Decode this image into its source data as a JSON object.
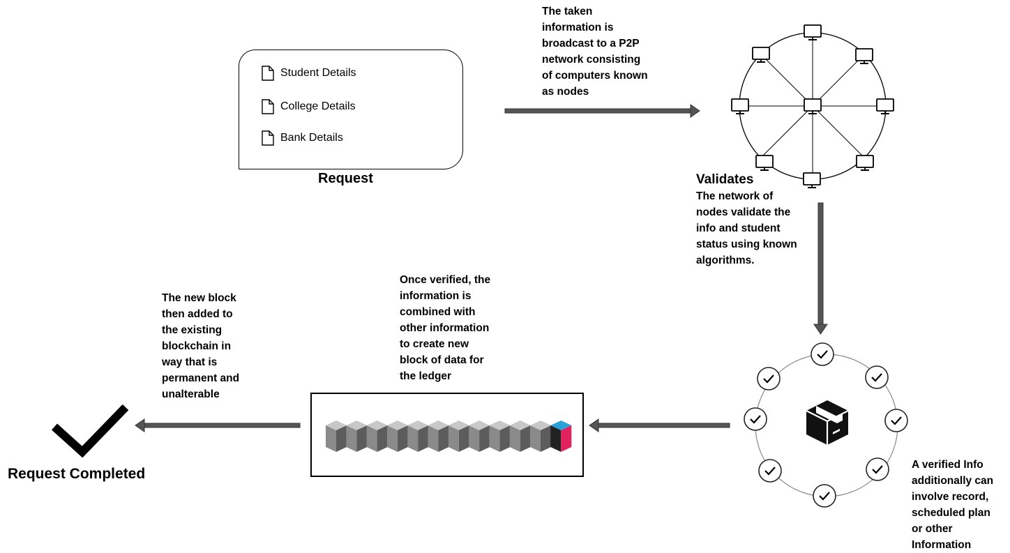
{
  "request": {
    "title": "Request",
    "items": [
      {
        "label": "Student Details",
        "icon": "document-icon"
      },
      {
        "label": "College Details",
        "icon": "document-icon"
      },
      {
        "label": "Bank Details",
        "icon": "document-icon"
      }
    ]
  },
  "broadcast": {
    "lines": [
      "The taken",
      "information is",
      "broadcast to a P2P",
      "network consisting",
      "of computers known",
      "as nodes"
    ]
  },
  "validates": {
    "title": "Validates",
    "lines": [
      "The network of",
      "nodes validate the",
      "info and student",
      "status using known",
      "algorithms."
    ]
  },
  "verified_info": {
    "lines": [
      "A verified Info",
      "additionally can",
      "involve record,",
      "scheduled plan",
      "or other",
      "Information"
    ]
  },
  "combine": {
    "lines": [
      "Once verified, the",
      "information is",
      "combined with",
      "other information",
      "to create new",
      "block of data for",
      "the ledger"
    ]
  },
  "new_block": {
    "lines": [
      "The new block",
      "then added to",
      "the existing",
      "blockchain in",
      "way that is",
      "permanent and",
      "unalterable"
    ]
  },
  "completed": {
    "title": "Request Completed"
  },
  "colors": {
    "arrow": "#555555",
    "chain_gray_light": "#c8c8c8",
    "chain_gray_mid": "#8a8a8a",
    "chain_gray_dark": "#555555",
    "block_blue": "#2aa0d8",
    "block_pink": "#e0225e",
    "block_dark": "#222222"
  }
}
